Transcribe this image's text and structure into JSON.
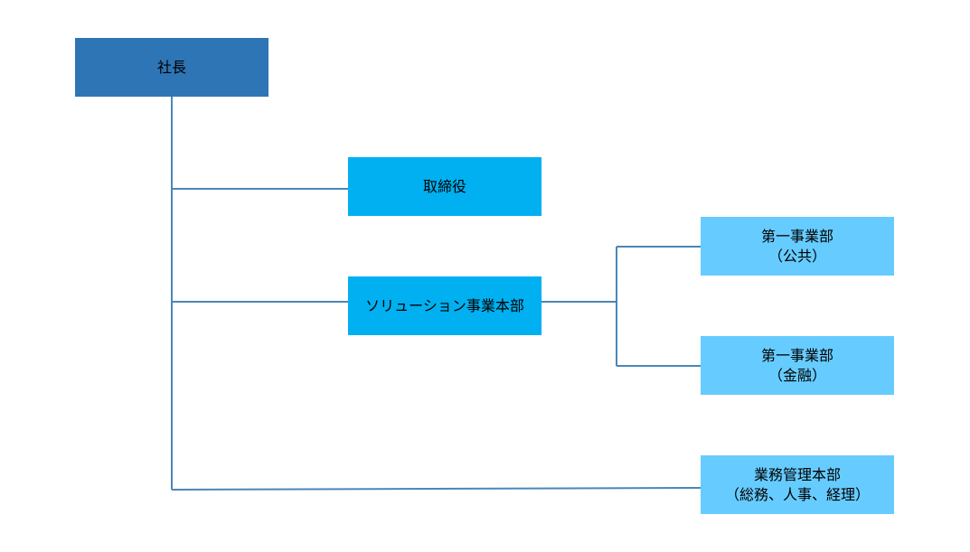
{
  "colors": {
    "level1": "#2e75b6",
    "level2": "#00b0f0",
    "level3": "#66ccff",
    "connector": "#4a86b8"
  },
  "nodes": {
    "president": {
      "line1": "社長"
    },
    "directors": {
      "line1": "取締役"
    },
    "solution_hq": {
      "line1": "ソリューション事業本部"
    },
    "division_public": {
      "line1": "第一事業部",
      "line2": "（公共）"
    },
    "division_finance": {
      "line1": "第一事業部",
      "line2": "（金融）"
    },
    "business_admin_hq": {
      "line1": "業務管理本部",
      "line2": "（総務、人事、経理）"
    }
  }
}
